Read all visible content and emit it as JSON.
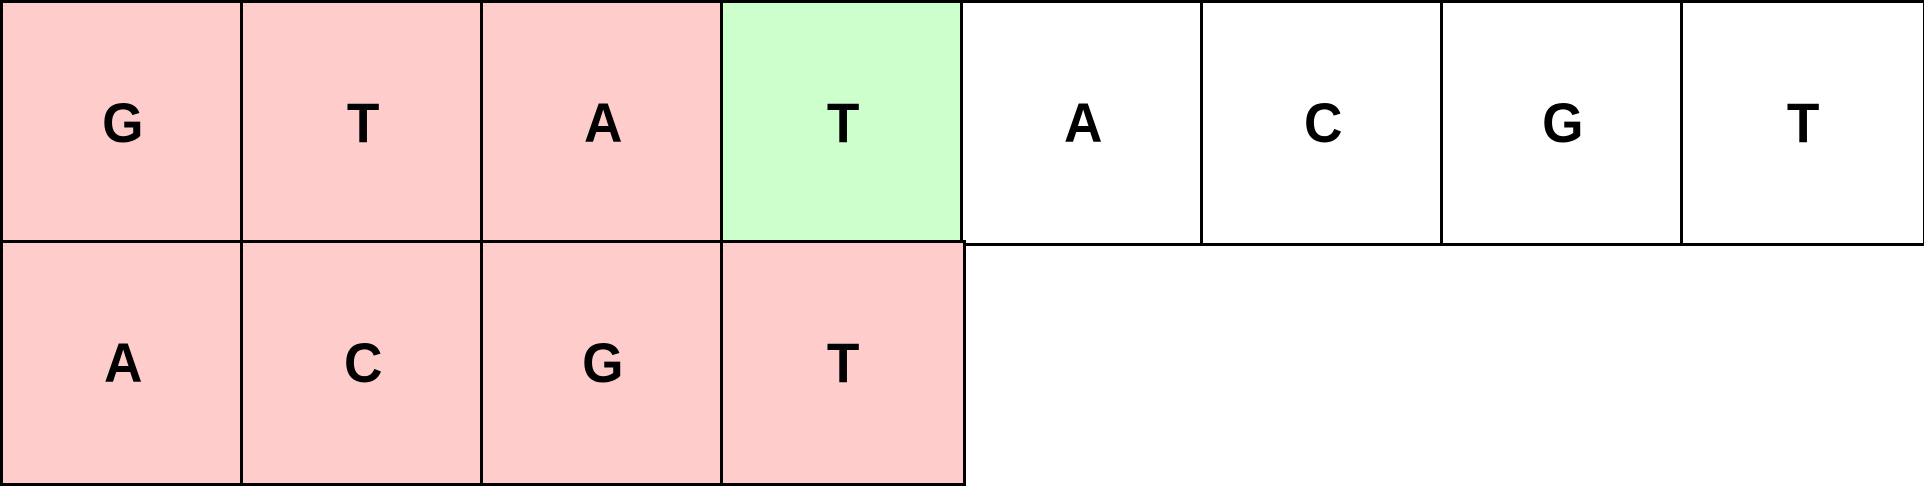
{
  "colors": {
    "window": "#ffcccc",
    "current": "#ccffcc",
    "plain": "#ffffff",
    "border": "#000000"
  },
  "text_row": [
    {
      "char": "G",
      "state": "window"
    },
    {
      "char": "T",
      "state": "window"
    },
    {
      "char": "A",
      "state": "window"
    },
    {
      "char": "T",
      "state": "current"
    },
    {
      "char": "A",
      "state": "plain"
    },
    {
      "char": "C",
      "state": "plain"
    },
    {
      "char": "G",
      "state": "plain"
    },
    {
      "char": "T",
      "state": "plain"
    }
  ],
  "pattern_row": [
    {
      "char": "A",
      "state": "window"
    },
    {
      "char": "C",
      "state": "window"
    },
    {
      "char": "G",
      "state": "window"
    },
    {
      "char": "T",
      "state": "window"
    }
  ]
}
